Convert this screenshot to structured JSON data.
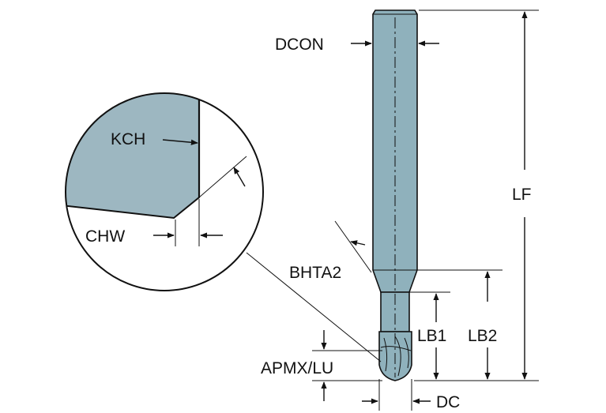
{
  "colors": {
    "tool_fill": "#8fb1bc",
    "detail_fill": "#9db7c1",
    "line": "#111111",
    "background": "#ffffff"
  },
  "labels": {
    "dcon": "DCON",
    "lf": "LF",
    "kch": "KCH",
    "chw": "CHW",
    "bhta2": "BHTA2",
    "lb1": "LB1",
    "lb2": "LB2",
    "apmx_lu": "APMX/LU",
    "dc": "DC"
  }
}
